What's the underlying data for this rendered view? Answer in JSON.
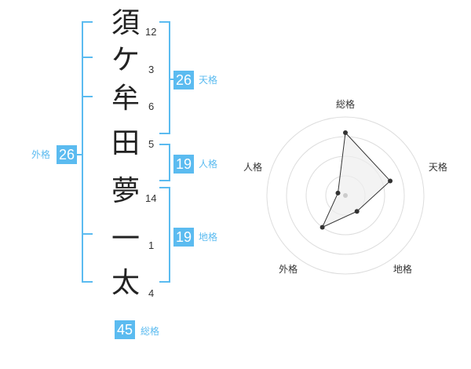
{
  "name_chars": [
    {
      "char": "須",
      "strokes": "12"
    },
    {
      "char": "ケ",
      "strokes": "3"
    },
    {
      "char": "牟",
      "strokes": "6"
    },
    {
      "char": "田",
      "strokes": "5"
    },
    {
      "char": "夢",
      "strokes": "14"
    },
    {
      "char": "一",
      "strokes": "1"
    },
    {
      "char": "太",
      "strokes": "4"
    }
  ],
  "scores": {
    "tenkaku": {
      "value": "26",
      "label": "天格"
    },
    "jinkaku": {
      "value": "19",
      "label": "人格"
    },
    "chikaku": {
      "value": "19",
      "label": "地格"
    },
    "gaikaku": {
      "value": "26",
      "label": "外格"
    },
    "soukaku": {
      "value": "45",
      "label": "総格"
    }
  },
  "radar": {
    "labels": [
      "総格",
      "天格",
      "地格",
      "外格",
      "人格"
    ],
    "values": [
      0.8,
      0.6,
      0.25,
      0.5,
      0.1
    ],
    "accent": "#5bbbf0"
  }
}
